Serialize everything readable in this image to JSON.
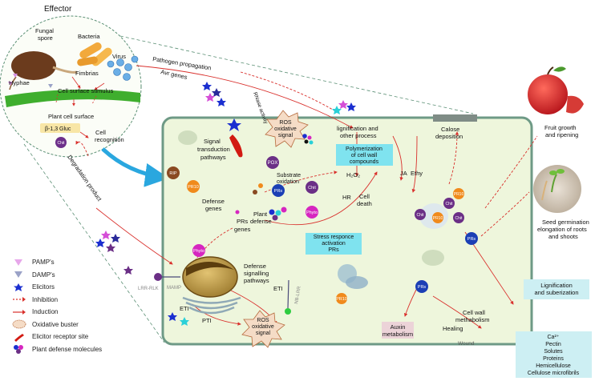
{
  "effector": {
    "title": "Effector",
    "fungal_spore": [
      "Fungal",
      "spore"
    ],
    "bacteria": "Bacteria",
    "virus": "Virus",
    "fimbrias": "Fimbrias",
    "hyphae": "Hyphae",
    "cell_surface_stimulus": "Cell surface stimulus",
    "plant_cell_surface": "Plant cell surface",
    "beta_gluc": "β-1,3 Gluc",
    "chit": "Chit",
    "cell_recognition": [
      "Cell",
      "recognition"
    ]
  },
  "top": {
    "pathogen_propagation": "Pathogen propagation",
    "avr_genes": "Avr genes",
    "rnase_activity": "RNase activity",
    "degradation_product": "Degradation product"
  },
  "cell": {
    "ros_top": [
      "ROS",
      "oxidative",
      "signal"
    ],
    "signal_transduction": [
      "Signal",
      "transduction",
      "pathways"
    ],
    "pox": "POX",
    "substrate_oxidation": [
      "Substrate",
      "oxidation"
    ],
    "lignification": [
      "lignification and",
      "other process"
    ],
    "polymerization": [
      "Polymerization",
      "of cell wall",
      "compounds"
    ],
    "calose": [
      "Calose",
      "deposition"
    ],
    "rip": "RIP",
    "pr10": "PR10",
    "prs": "PRs",
    "h2o2": "H₂O₂",
    "ja": "JA",
    "ethy": "Ethy",
    "hr": "HR",
    "cell_death": [
      "Cell",
      "death"
    ],
    "defense_genes": [
      "Defense",
      "genes"
    ],
    "plant_defense": [
      "Plant",
      "defense"
    ],
    "prs_genes": [
      "PRs",
      "genes"
    ],
    "phyto": "Phyto",
    "stress_box": [
      "Stress responce",
      "activation",
      "PRs"
    ],
    "defense_signalling": [
      "Defense",
      "signalling",
      "pathways"
    ],
    "eti": "ETI",
    "pti": "PTI",
    "ros_bottom": [
      "ROS",
      "oxidative",
      "signal"
    ],
    "lrr_rlk": "LRR-RLK",
    "mamp": "MAMP",
    "nb_lrr": "NB-LRR",
    "auxin": [
      "Auxin",
      "metabolism"
    ],
    "healing": "Healing",
    "wound": "Wound",
    "cell_wall_meta": [
      "Cell wall",
      "methabolism"
    ]
  },
  "right": {
    "fruit_growth": [
      "Fruit growth",
      "and ripening"
    ],
    "seed_germination": [
      "Seed germination",
      "elongation of  roots",
      "and shoots"
    ],
    "lignification_box": [
      "Lignification",
      "and suberization"
    ],
    "wall_box": [
      "Ca²⁺",
      "Pectin",
      "Solutes",
      "Proteins",
      "Hemicellulose",
      "Cellulose microfibrils"
    ]
  },
  "legend": [
    {
      "icon": "pamp-triangle-icon",
      "label": "PAMP's"
    },
    {
      "icon": "damp-triangle-icon",
      "label": "DAMP's"
    },
    {
      "icon": "elicitor-star-icon",
      "label": "Elicitors"
    },
    {
      "icon": "inhibition-arrow-icon",
      "label": "Inhibition"
    },
    {
      "icon": "induction-arrow-icon",
      "label": "Induction"
    },
    {
      "icon": "oxidative-buster-icon",
      "label": "Oxidative buster"
    },
    {
      "icon": "elicitor-receptor-icon",
      "label": "Elicitor receptor site"
    },
    {
      "icon": "defense-molecules-icon",
      "label": "Plant defense molecules"
    }
  ],
  "colors": {
    "cell_fill": "#eef6dc",
    "cell_border": "#6e9a86",
    "cyan_box": "#7fe3ef",
    "light_box": "#cdeff3",
    "induction": "#d9302c",
    "inhibition": "#d9302c",
    "chit_purple": "#6d2f8a",
    "pr10_orange": "#f08a1c",
    "prs_blue": "#1b3fb5",
    "phyto_magenta": "#d626c0",
    "rip_brown": "#8a4a22",
    "pox_purple": "#6b2f86"
  }
}
